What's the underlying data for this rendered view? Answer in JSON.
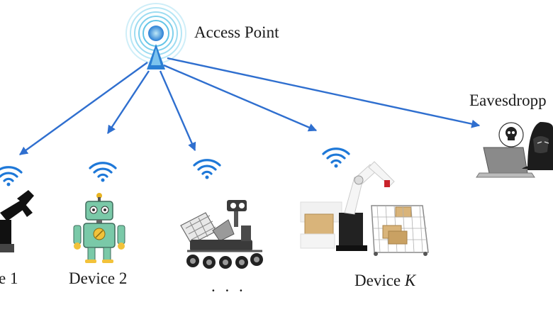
{
  "access_point": {
    "label": "Access Point",
    "icon": "access-point-antenna-icon"
  },
  "eavesdropper": {
    "label": "Eavesdropp",
    "icon": "hacker-laptop-icon"
  },
  "devices": [
    {
      "label": "e 1",
      "icon": "robotic-arm-icon"
    },
    {
      "label": "Device 2",
      "icon": "humanoid-robot-icon"
    },
    {
      "label": ". . .",
      "icon": "rover-robot-icon"
    },
    {
      "label_prefix": "Device ",
      "label_var": "K",
      "icon": "warehouse-robot-arm-icon"
    }
  ],
  "colors": {
    "arrow": "#2f6fcf",
    "wifi": "#1e78d8",
    "ap_glow": "#5fc6e8",
    "ap_body": "#2a7fd4"
  }
}
